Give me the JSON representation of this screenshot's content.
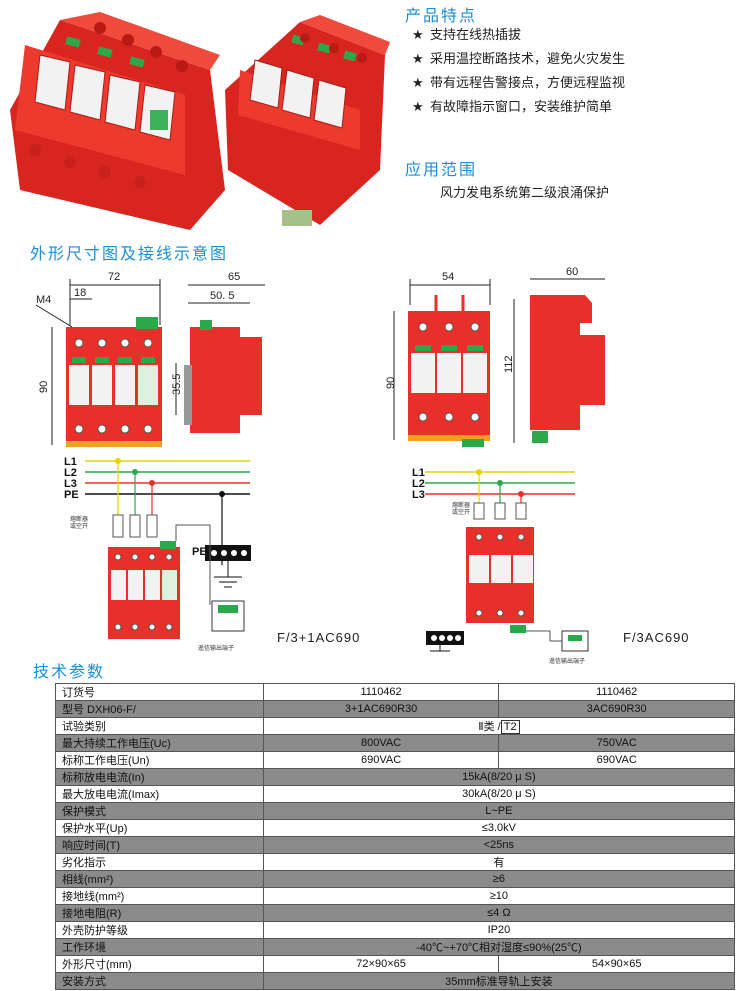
{
  "features": {
    "title": "产品特点",
    "items": [
      "支持在线热插拔",
      "采用温控断路技术，避免火灾发生",
      "带有远程告警接点，方便远程监视",
      "有故障指示窗口，安装维护简单"
    ]
  },
  "application": {
    "title": "应用范围",
    "text": "风力发电系统第二级浪涌保护"
  },
  "diagram": {
    "title": "外形尺寸图及接线示意图",
    "left": {
      "dim_width": "72",
      "dim_module": "18",
      "dim_height": "90",
      "screw": "M4",
      "side_depth": "65",
      "side_depth2": "50. 5",
      "side_rail": "35.5",
      "model": "F/3+1AC690",
      "breaker_label": "熔断器\n或空开",
      "remote_label": "遥信输出端子"
    },
    "right": {
      "dim_width": "54",
      "dim_height": "90",
      "side_depth": "60",
      "side_height": "112",
      "model": "F/3AC690",
      "breaker_label": "熔断器\n或空开",
      "remote_label": "遥信输出端子"
    },
    "lines": [
      "L1",
      "L2",
      "L3",
      "PE"
    ],
    "pe_label": "PE"
  },
  "specs": {
    "title": "技术参数",
    "rows": [
      {
        "label": "订货号",
        "a": "1110462",
        "b": "1110462"
      },
      {
        "label": "型号   DXH06-F/",
        "a": "3+1AC690R30",
        "b": "3AC690R30"
      },
      {
        "label": "试验类别",
        "merged": "Ⅱ类 /",
        "merged_box": "T2"
      },
      {
        "label": "最大持续工作电压(Uc)",
        "a": "800VAC",
        "b": "750VAC"
      },
      {
        "label": "标称工作电压(Un)",
        "a": "690VAC",
        "b": "690VAC"
      },
      {
        "label": "标称放电电流(In)",
        "merged": "15kA(8/20 μ S)"
      },
      {
        "label": "最大放电电流(Imax)",
        "merged": "30kA(8/20 μ S)"
      },
      {
        "label": "保护模式",
        "merged": "L~PE"
      },
      {
        "label": "保护水平(Up)",
        "merged": "≤3.0kV"
      },
      {
        "label": "响应时间(T)",
        "merged": "<25ns"
      },
      {
        "label": "劣化指示",
        "merged": "有"
      },
      {
        "label": "相线(mm²)",
        "merged": "≥6"
      },
      {
        "label": "接地线(mm²)",
        "merged": "≥10"
      },
      {
        "label": "接地电阻(R)",
        "merged": "≤4 Ω"
      },
      {
        "label": "外壳防护等级",
        "merged": "IP20"
      },
      {
        "label": "工作环境",
        "merged": "-40℃~+70℃相对湿度≤90%(25℃)"
      },
      {
        "label": "外形尺寸(mm)",
        "a": "72×90×65",
        "b": "54×90×65"
      },
      {
        "label": "安装方式",
        "merged": "35mm标准导轨上安装"
      }
    ]
  },
  "colors": {
    "accent": "#1a8fd6",
    "device_red": "#e8302a",
    "green": "#2aa84a",
    "yellow": "#e6d400"
  }
}
